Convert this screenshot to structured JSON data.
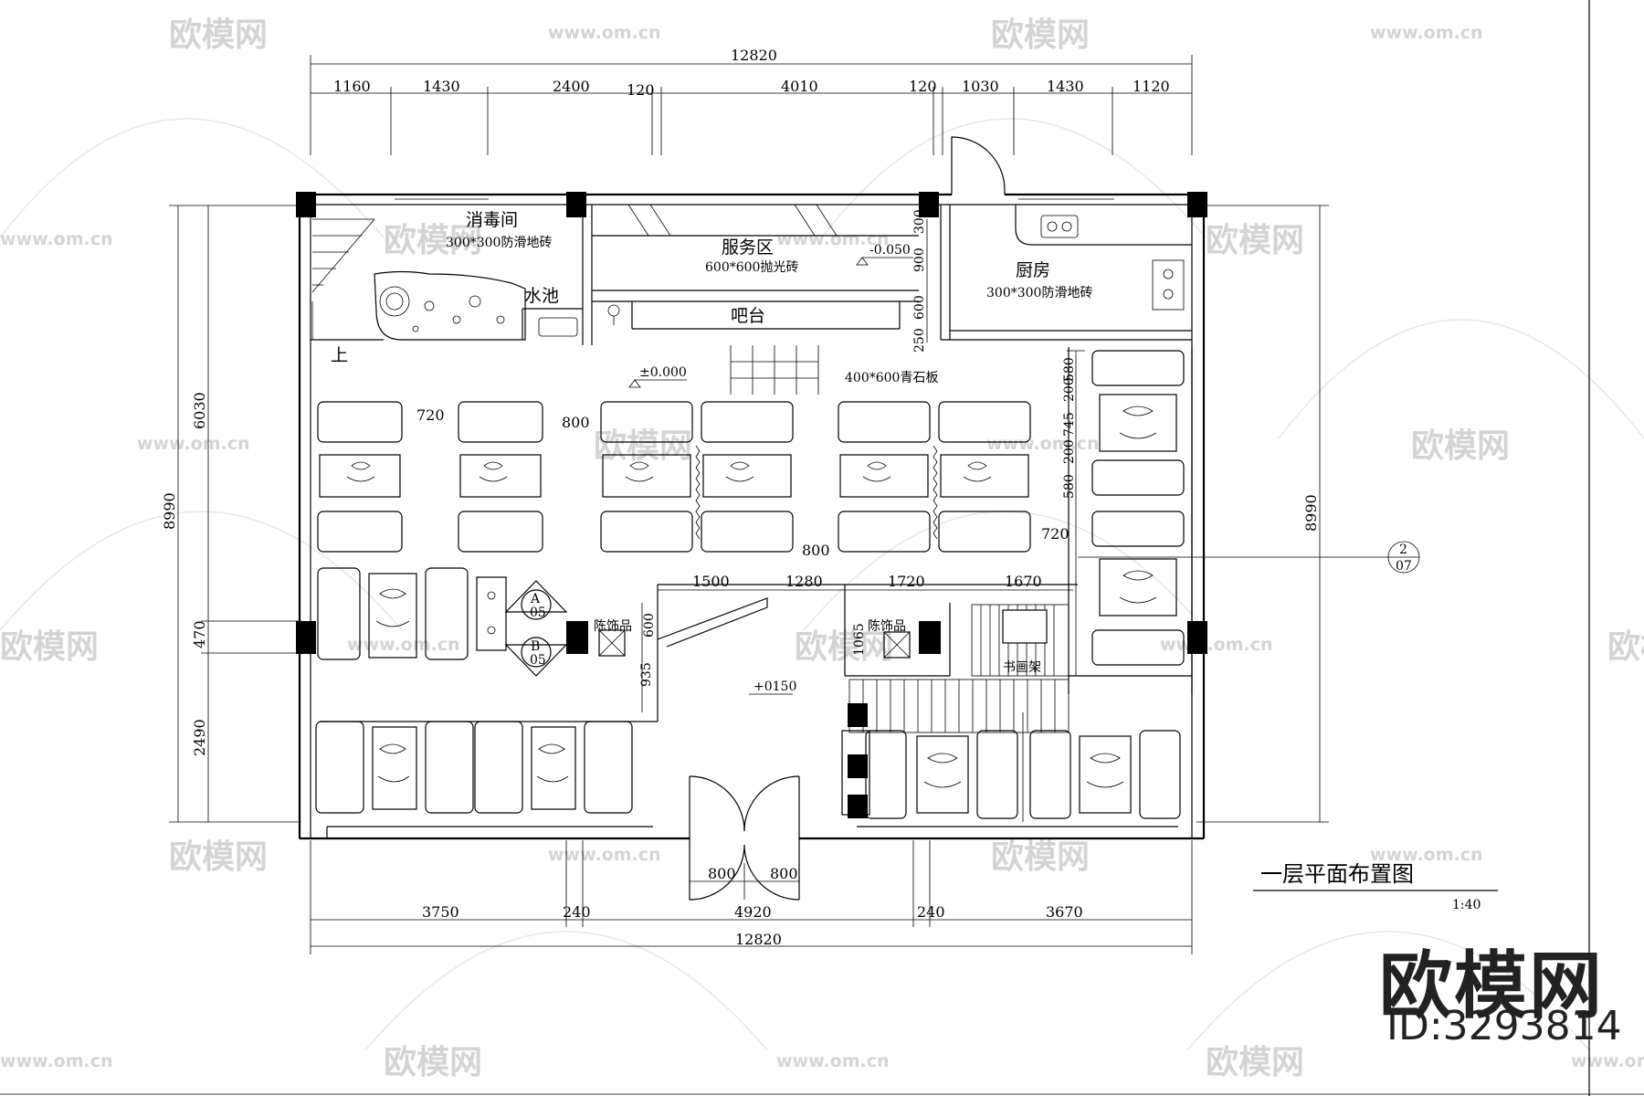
{
  "drawing": {
    "title": "一层平面布置图",
    "scale": "1:40"
  },
  "brand": {
    "name": "欧模网",
    "id": "ID:3293814",
    "watermark_text": "欧模网",
    "watermark_url": "www.om.cn"
  },
  "rooms": {
    "disinfection": "消毒间",
    "disinfection_floor": "300*300防滑地砖",
    "sink": "水池",
    "service": "服务区",
    "service_floor": "600*600抛光砖",
    "bar": "吧台",
    "kitchen": "厨房",
    "kitchen_floor": "300*300防滑地砖",
    "stone": "400*600青石板",
    "display1": "陈饰品",
    "display2": "陈饰品",
    "shelf": "书画架",
    "stair_up": "上",
    "table_a": "A",
    "table_b": "B",
    "table_no_1": "05",
    "table_no_2": "05",
    "section_ref_top": "2",
    "section_ref_bottom": "07"
  },
  "levels": {
    "service": "-0.050",
    "hall": "±0.000",
    "entrance": "+0150"
  },
  "dims_top": {
    "total": "12820",
    "segments": [
      "1160",
      "1430",
      "2400",
      "120",
      "4010",
      "120",
      "1030",
      "1430",
      "1120"
    ]
  },
  "dims_bottom": {
    "total": "12820",
    "segments": [
      "3750",
      "240",
      "4920",
      "240",
      "3670"
    ],
    "door_left": "800",
    "door_right": "800"
  },
  "dims_left": {
    "total": "8990",
    "segments": [
      "6030",
      "470",
      "2490"
    ]
  },
  "dims_right": {
    "total": "8990"
  },
  "dims_inner": {
    "gap_720_left": "720",
    "gap_800_top": "800",
    "gap_800_mid": "800",
    "gap_720_right": "720",
    "row_1500": "1500",
    "row_1280": "1280",
    "row_1720": "1720",
    "row_1670": "1670",
    "v_600": "600",
    "v_935": "935",
    "v_1065": "1065",
    "k_300": "300",
    "k_900": "900",
    "k_600": "600",
    "k_250": "250",
    "r_580a": "580",
    "r_200a": "200",
    "r_745": "745",
    "r_200b": "200",
    "r_580b": "580"
  }
}
